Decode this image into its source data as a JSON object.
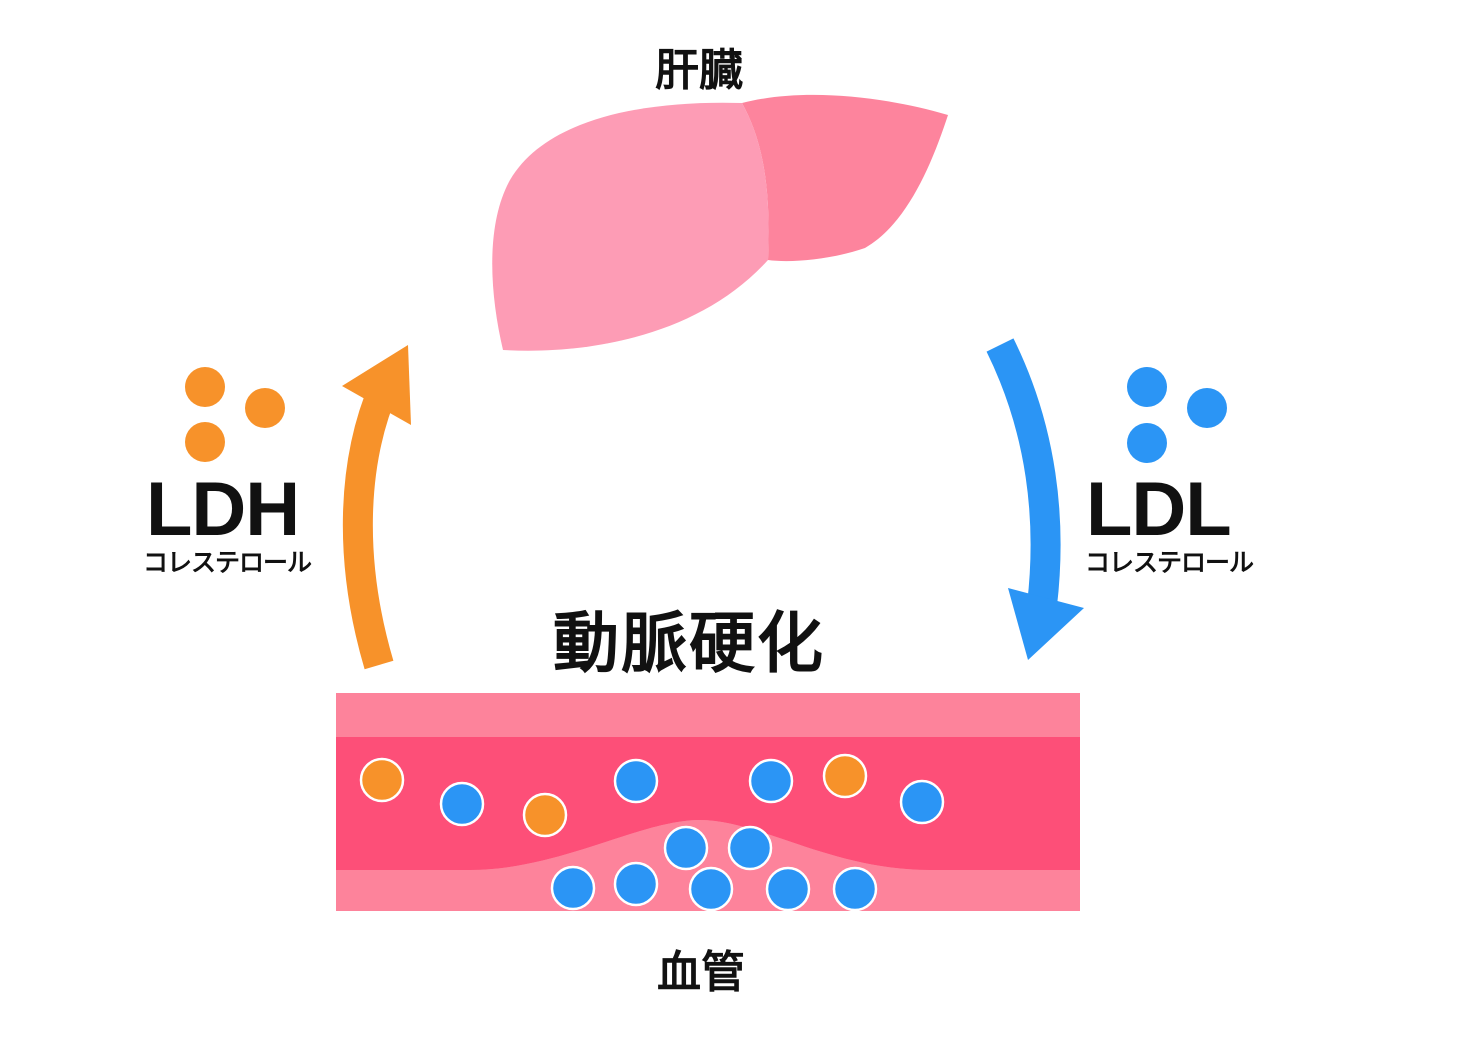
{
  "labels": {
    "liver": "肝臓",
    "vessel": "血管",
    "main": "動脈硬化",
    "ldh_abbr": "LDH",
    "ldh_sub": "コレステロール",
    "ldl_abbr": "LDL",
    "ldl_sub": "コレステロール"
  },
  "colors": {
    "orange": "#f7922a",
    "blue": "#2b95f5",
    "liver_left": "#fd9cb5",
    "liver_right": "#fd849d",
    "vessel_wall": "#fd839b",
    "vessel_lumen": "#fd4f78"
  }
}
